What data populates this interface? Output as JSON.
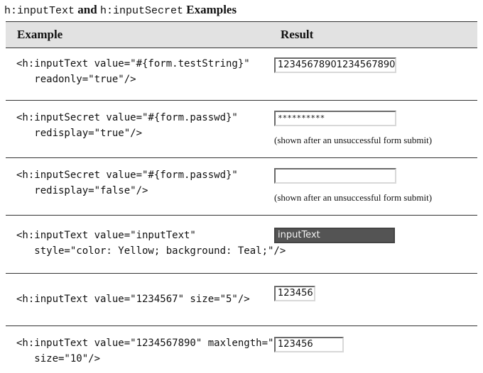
{
  "caption": {
    "code1": "h:inputText",
    "and": "and",
    "code2": "h:inputSecret",
    "examples": "Examples"
  },
  "header": {
    "example": "Example",
    "result": "Result"
  },
  "rows": [
    {
      "code_line1": "<h:inputText value=\"#{form.testString}\"",
      "code_line2": "   readonly=\"true\"/>",
      "field_value": "12345678901234567890",
      "note": ""
    },
    {
      "code_line1": "<h:inputSecret value=\"#{form.passwd}\"",
      "code_line2": "   redisplay=\"true\"/>",
      "field_value": "**********",
      "note": "(shown after an unsuccessful form submit)"
    },
    {
      "code_line1": "<h:inputSecret value=\"#{form.passwd}\"",
      "code_line2": "   redisplay=\"false\"/>",
      "field_value": "",
      "note": "(shown after an unsuccessful form submit)"
    },
    {
      "code_line1": "<h:inputText value=\"inputText\"",
      "code_line2": "   style=\"color: Yellow; background: Teal;\"/>",
      "field_value": "inputText",
      "note": ""
    },
    {
      "code_line1": "<h:inputText value=\"1234567\" size=\"5\"/>",
      "code_line2": "",
      "field_value": "123456",
      "note": ""
    },
    {
      "code_line1": "<h:inputText value=\"1234567890\" maxlength=\"6\"",
      "code_line2": "   size=\"10\"/>",
      "field_value": "123456",
      "note": ""
    }
  ]
}
